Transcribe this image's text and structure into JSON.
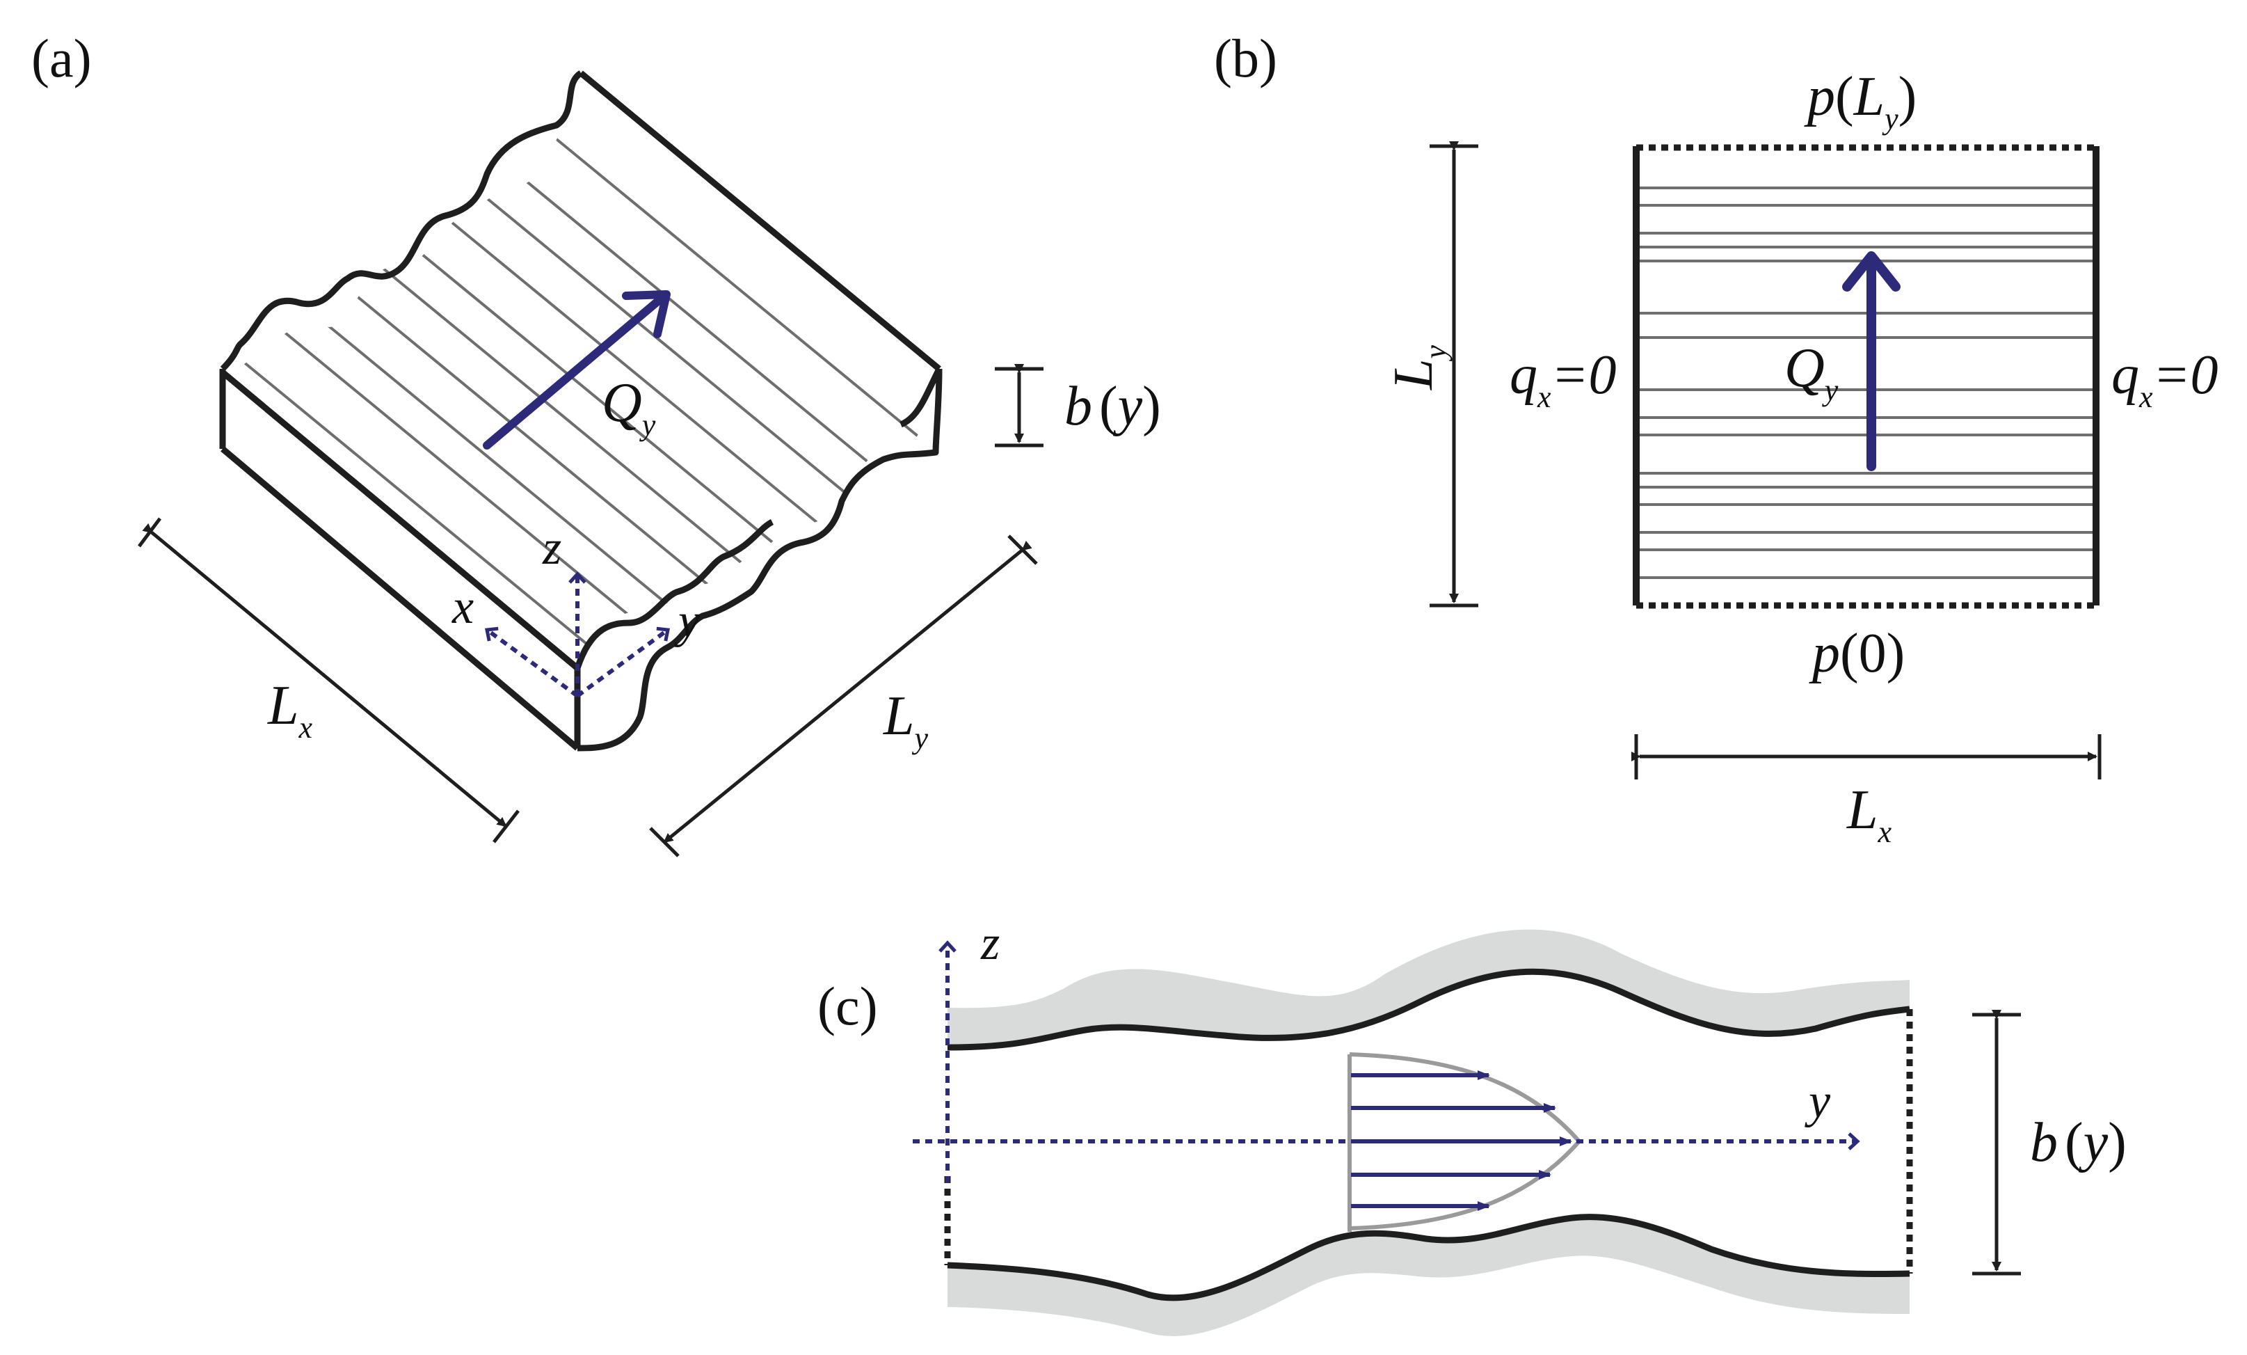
{
  "panels": {
    "a": {
      "label": "(a)",
      "flow": {
        "main": "Q",
        "sub": "y"
      },
      "gap": {
        "main": "b",
        "open": "(",
        "var": "y",
        "close": ")"
      },
      "length_x": {
        "main": "L",
        "sub": "x"
      },
      "length_y": {
        "main": "L",
        "sub": "y"
      },
      "axis_z": "z",
      "axis_x": "x",
      "axis_y": "y"
    },
    "b": {
      "label": "(b)",
      "top_pressure": {
        "p": "p",
        "open": "(",
        "main": "L",
        "sub": "y",
        "close": ")"
      },
      "bottom_pressure": {
        "p": "p",
        "arg": "(0)"
      },
      "left_flux": {
        "main": "q",
        "sub": "x",
        "eq": "=0"
      },
      "right_flux": {
        "main": "q",
        "sub": "x",
        "eq": "=0"
      },
      "flow": {
        "main": "Q",
        "sub": "y"
      },
      "length_y": {
        "main": "L",
        "sub": "y"
      },
      "length_x": {
        "main": "L",
        "sub": "x"
      }
    },
    "c": {
      "label": "(c)",
      "axis_z": "z",
      "axis_y": "y",
      "gap": {
        "main": "b",
        "open": "(",
        "var": "y",
        "close": ")"
      }
    }
  },
  "colors": {
    "flow_arrow": "#2e2a7a",
    "outline": "#1e1e1e",
    "stripes": "#6e6e6e",
    "wall_shade": "#d9dada",
    "profile": "#9a9a9a"
  }
}
